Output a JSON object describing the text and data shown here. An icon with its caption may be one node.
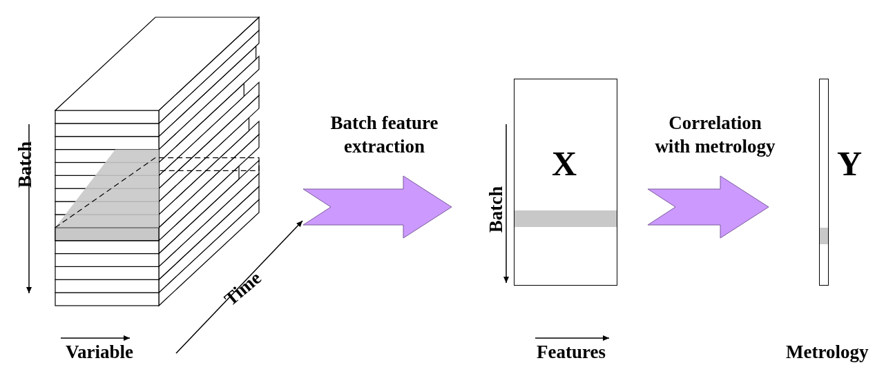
{
  "diagram": {
    "nodes": [
      {
        "text": [],
        "shape": "cube"
      },
      {
        "text": [
          "X"
        ]
      },
      {
        "text": [
          "Y"
        ]
      }
    ],
    "edges": [
      {
        "from": 0,
        "to": 1,
        "arrow": "to",
        "label": "Batch feature extraction"
      },
      {
        "from": 1,
        "to": 2,
        "arrow": "to",
        "label": "Correlation with metrology"
      }
    ],
    "labels": [
      "Batch",
      "Variable",
      "Time",
      "Batch",
      "Features",
      "Metrology"
    ]
  }
}
